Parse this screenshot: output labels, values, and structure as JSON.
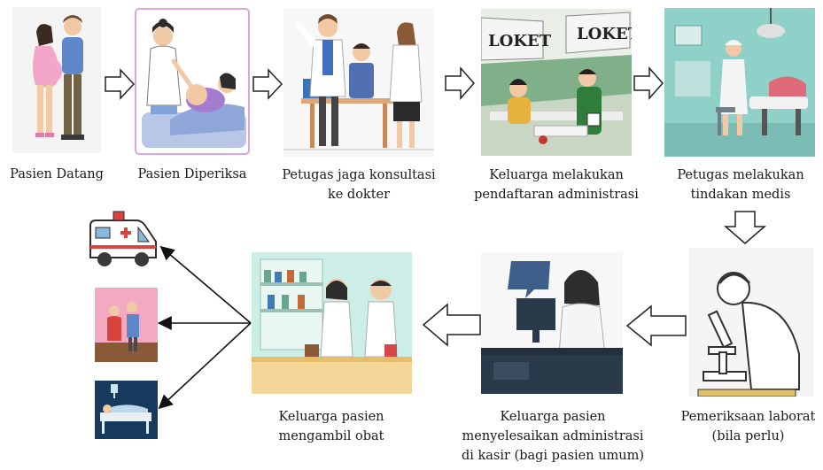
{
  "steps": [
    {
      "id": "arrive",
      "lines": [
        "Pasien Datang"
      ]
    },
    {
      "id": "examined",
      "lines": [
        "Pasien Diperiksa"
      ]
    },
    {
      "id": "consult",
      "lines": [
        "Petugas jaga konsultasi",
        "ke dokter"
      ]
    },
    {
      "id": "registration",
      "lines": [
        "Keluarga melakukan",
        "pendaftaran administrasi"
      ]
    },
    {
      "id": "treatment",
      "lines": [
        "Petugas melakukan",
        "tindakan medis"
      ]
    },
    {
      "id": "lab",
      "lines": [
        "Pemeriksaan laborat",
        "(bila perlu)"
      ]
    },
    {
      "id": "cashier",
      "lines": [
        "Keluarga pasien",
        "menyelesaikan administrasi",
        "di kasir (bagi pasien umum)"
      ]
    },
    {
      "id": "pharmacy",
      "lines": [
        "Keluarga pasien",
        "mengambil obat"
      ]
    }
  ],
  "signage": {
    "loket_left": "LOKET",
    "loket_right": "LOKET"
  }
}
